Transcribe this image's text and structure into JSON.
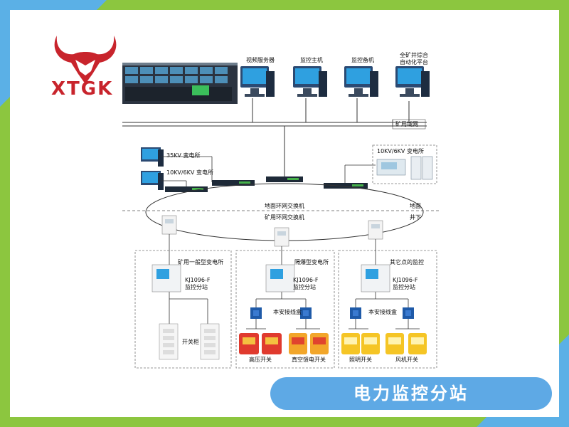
{
  "brand": {
    "name": "XTGK"
  },
  "top": {
    "servers": [
      {
        "label": "视频服务器"
      },
      {
        "label": "监控主机"
      },
      {
        "label": "监控备机"
      },
      {
        "label": "全矿井综合\n自动化平台"
      }
    ],
    "network_label": "矿局域网"
  },
  "substations": {
    "s35": "35KV 变电所",
    "s10": "10KV/6KV 变电所",
    "s10_right": "10KV/6KV 变电所"
  },
  "ring": {
    "ground_switch": "地面环网交换机",
    "mine_switch": "矿用环网交换机",
    "ground": "地面",
    "underground": "井下"
  },
  "groups": [
    {
      "title": "矿用一般型变电所",
      "station": "KJ1096-F\n监控分站",
      "device": "开关柜"
    },
    {
      "title": "隔爆型变电所",
      "station": "KJ1096-F\n监控分站",
      "junction": "本安接线盒",
      "device_left": "高压开关",
      "device_right": "真空馈电开关"
    },
    {
      "title": "其它点的监控",
      "station": "KJ1096-F\n监控分站",
      "junction": "本安接线盒",
      "device_left": "照明开关",
      "device_right": "风机开关"
    }
  ],
  "banner": {
    "title": "电力监控分站"
  }
}
